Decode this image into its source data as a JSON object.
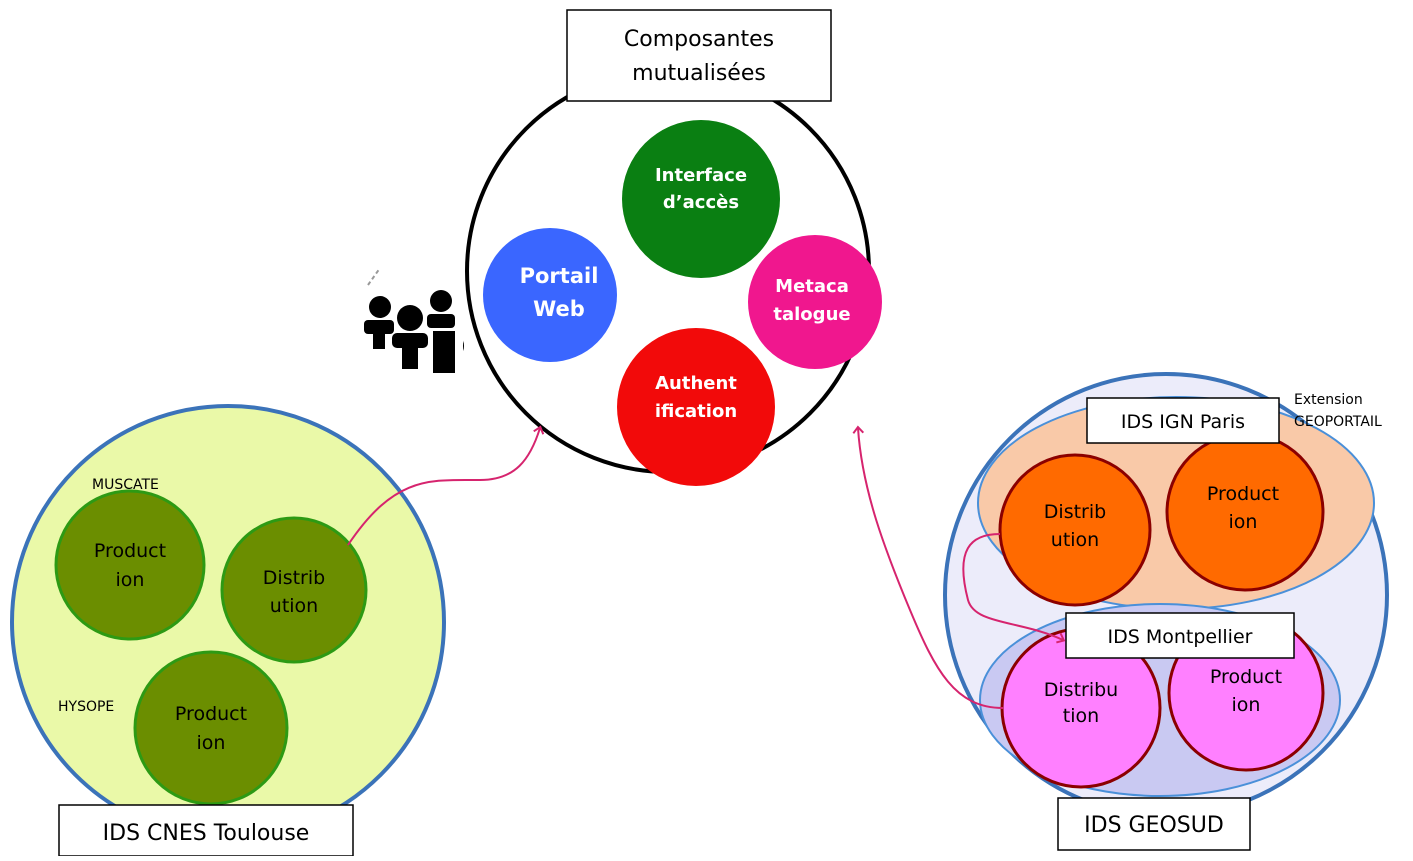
{
  "central": {
    "title_line1": "Composantes",
    "title_line2": "mutualisées",
    "components": [
      {
        "line1": "Interface",
        "line2": "d’accès",
        "color": "#0a7f12"
      },
      {
        "line1": "Portail",
        "line2": "Web",
        "color": "#3a66ff"
      },
      {
        "line1": "Metaca",
        "line2": "talogue",
        "color": "#f0178e"
      },
      {
        "line1": "Authent",
        "line2": "ification",
        "color": "#f20a0a"
      }
    ]
  },
  "cnes": {
    "title": "IDS CNES Toulouse",
    "fill": "#eaf9a8",
    "muscate_label": "MUSCATE",
    "hysope_label": "HYSOPE",
    "production1": {
      "line1": "Product",
      "line2": "ion"
    },
    "distribution": {
      "line1": "Distrib",
      "line2": "ution"
    },
    "production2": {
      "line1": "Product",
      "line2": "ion"
    },
    "node_color": "#6b8e00"
  },
  "geosud": {
    "title": "IDS GEOSUD",
    "extension_line1": "Extension",
    "extension_line2": "GEOPORTAIL",
    "ign": {
      "title": "IDS IGN Paris",
      "fill": "#f9c9a8",
      "distribution": {
        "line1": "Distrib",
        "line2": "ution"
      },
      "production": {
        "line1": "Product",
        "line2": "ion"
      },
      "node_color": "#ff6a00"
    },
    "montpellier": {
      "title": "IDS Montpellier",
      "fill": "#c9c9f2",
      "distribution": {
        "line1": "Distribu",
        "line2": "tion"
      },
      "production": {
        "line1": "Product",
        "line2": "ion"
      },
      "node_color": "#ff80ff"
    }
  },
  "users_icon": "users-group-icon",
  "connector_color": "#d6246e"
}
